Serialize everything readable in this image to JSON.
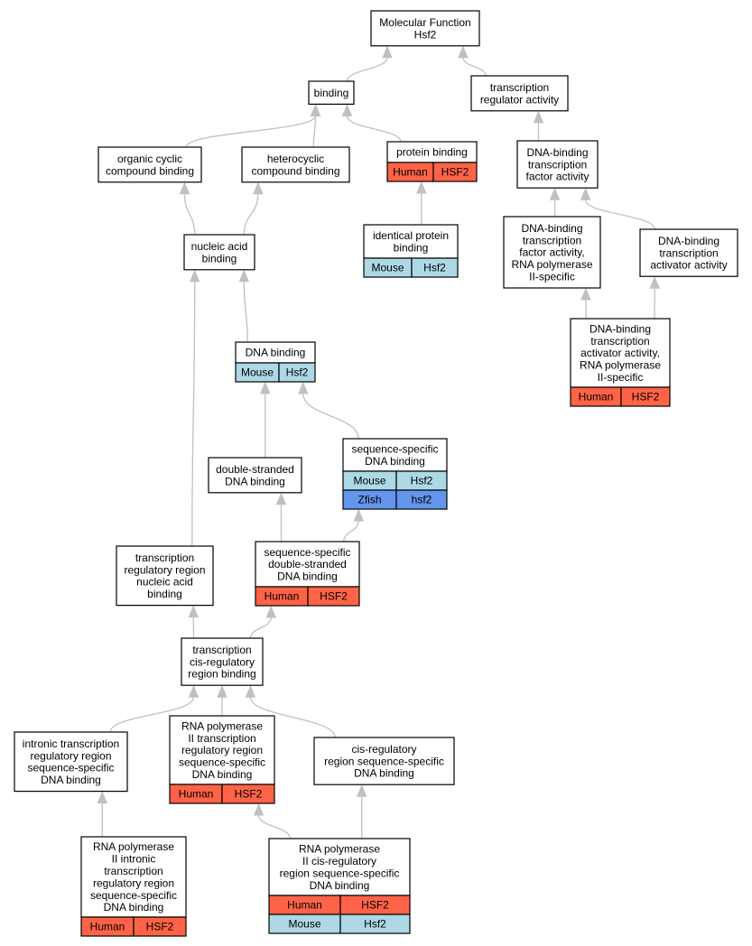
{
  "colors": {
    "human": "#ff6347",
    "mouse": "#add8e6",
    "zfish": "#6495ed",
    "edge": "#c0c0c0"
  },
  "nodes": [
    {
      "id": "mf",
      "label": [
        "Molecular Function",
        "Hsf2"
      ],
      "rows": []
    },
    {
      "id": "binding",
      "label": [
        "binding"
      ],
      "rows": []
    },
    {
      "id": "tra",
      "label": [
        "transcription",
        "regulator activity"
      ],
      "rows": []
    },
    {
      "id": "occb",
      "label": [
        "organic cyclic",
        "compound binding"
      ],
      "rows": []
    },
    {
      "id": "hcb",
      "label": [
        "heterocyclic",
        "compound binding"
      ],
      "rows": []
    },
    {
      "id": "pb",
      "label": [
        "protein binding"
      ],
      "rows": [
        {
          "species": "Human",
          "gene": "HSF2",
          "color": "human"
        }
      ]
    },
    {
      "id": "dbtfa",
      "label": [
        "DNA-binding",
        "transcription",
        "factor activity"
      ],
      "rows": []
    },
    {
      "id": "ipb",
      "label": [
        "identical protein",
        "binding"
      ],
      "rows": [
        {
          "species": "Mouse",
          "gene": "Hsf2",
          "color": "mouse"
        }
      ]
    },
    {
      "id": "nab",
      "label": [
        "nucleic acid",
        "binding"
      ],
      "rows": []
    },
    {
      "id": "dbtfa2",
      "label": [
        "DNA-binding",
        "transcription",
        "factor activity,",
        "RNA polymerase",
        "II-specific"
      ],
      "rows": []
    },
    {
      "id": "dbtaa",
      "label": [
        "DNA-binding",
        "transcription",
        "activator activity"
      ],
      "rows": []
    },
    {
      "id": "dbtaa2",
      "label": [
        "DNA-binding",
        "transcription",
        "activator activity,",
        "RNA polymerase",
        "II-specific"
      ],
      "rows": [
        {
          "species": "Human",
          "gene": "HSF2",
          "color": "human"
        }
      ]
    },
    {
      "id": "dnab",
      "label": [
        "DNA binding"
      ],
      "rows": [
        {
          "species": "Mouse",
          "gene": "Hsf2",
          "color": "mouse"
        }
      ]
    },
    {
      "id": "ssdb",
      "label": [
        "sequence-specific",
        "DNA binding"
      ],
      "rows": [
        {
          "species": "Mouse",
          "gene": "Hsf2",
          "color": "mouse"
        },
        {
          "species": "Zfish",
          "gene": "hsf2",
          "color": "zfish"
        }
      ]
    },
    {
      "id": "dsdb",
      "label": [
        "double-stranded",
        "DNA binding"
      ],
      "rows": []
    },
    {
      "id": "trrnab",
      "label": [
        "transcription",
        "regulatory region",
        "nucleic acid",
        "binding"
      ],
      "rows": []
    },
    {
      "id": "ssdsdb",
      "label": [
        "sequence-specific",
        "double-stranded",
        "DNA binding"
      ],
      "rows": [
        {
          "species": "Human",
          "gene": "HSF2",
          "color": "human"
        }
      ]
    },
    {
      "id": "tcrrb",
      "label": [
        "transcription",
        "cis-regulatory",
        "region binding"
      ],
      "rows": []
    },
    {
      "id": "itrr",
      "label": [
        "intronic transcription",
        "regulatory region",
        "sequence-specific",
        "DNA binding"
      ],
      "rows": []
    },
    {
      "id": "rp2trr",
      "label": [
        "RNA polymerase",
        "II transcription",
        "regulatory region",
        "sequence-specific",
        "DNA binding"
      ],
      "rows": [
        {
          "species": "Human",
          "gene": "HSF2",
          "color": "human"
        }
      ]
    },
    {
      "id": "crrss",
      "label": [
        "cis-regulatory",
        "region sequence-specific",
        "DNA binding"
      ],
      "rows": []
    },
    {
      "id": "rp2itrr",
      "label": [
        "RNA polymerase",
        "II intronic",
        "transcription",
        "regulatory region",
        "sequence-specific",
        "DNA binding"
      ],
      "rows": [
        {
          "species": "Human",
          "gene": "HSF2",
          "color": "human"
        }
      ]
    },
    {
      "id": "rp2crr",
      "label": [
        "RNA polymerase",
        "II cis-regulatory",
        "region sequence-specific",
        "DNA binding"
      ],
      "rows": [
        {
          "species": "Human",
          "gene": "HSF2",
          "color": "human"
        },
        {
          "species": "Mouse",
          "gene": "Hsf2",
          "color": "mouse"
        }
      ]
    }
  ],
  "edges": [
    [
      "binding",
      "mf"
    ],
    [
      "tra",
      "mf"
    ],
    [
      "occb",
      "binding"
    ],
    [
      "hcb",
      "binding"
    ],
    [
      "pb",
      "binding"
    ],
    [
      "dbtfa",
      "tra"
    ],
    [
      "ipb",
      "pb"
    ],
    [
      "nab",
      "occb"
    ],
    [
      "nab",
      "hcb"
    ],
    [
      "dbtfa2",
      "dbtfa"
    ],
    [
      "dbtaa",
      "dbtfa"
    ],
    [
      "dbtaa2",
      "dbtfa2"
    ],
    [
      "dbtaa2",
      "dbtaa"
    ],
    [
      "dnab",
      "nab"
    ],
    [
      "trrnab",
      "nab"
    ],
    [
      "ssdb",
      "dnab"
    ],
    [
      "dsdb",
      "dnab"
    ],
    [
      "ssdsdb",
      "dsdb"
    ],
    [
      "ssdsdb",
      "ssdb"
    ],
    [
      "tcrrb",
      "trrnab"
    ],
    [
      "tcrrb",
      "ssdsdb"
    ],
    [
      "itrr",
      "tcrrb"
    ],
    [
      "rp2trr",
      "tcrrb"
    ],
    [
      "crrss",
      "tcrrb"
    ],
    [
      "rp2itrr",
      "itrr"
    ],
    [
      "rp2crr",
      "rp2trr"
    ],
    [
      "rp2crr",
      "crrss"
    ]
  ]
}
